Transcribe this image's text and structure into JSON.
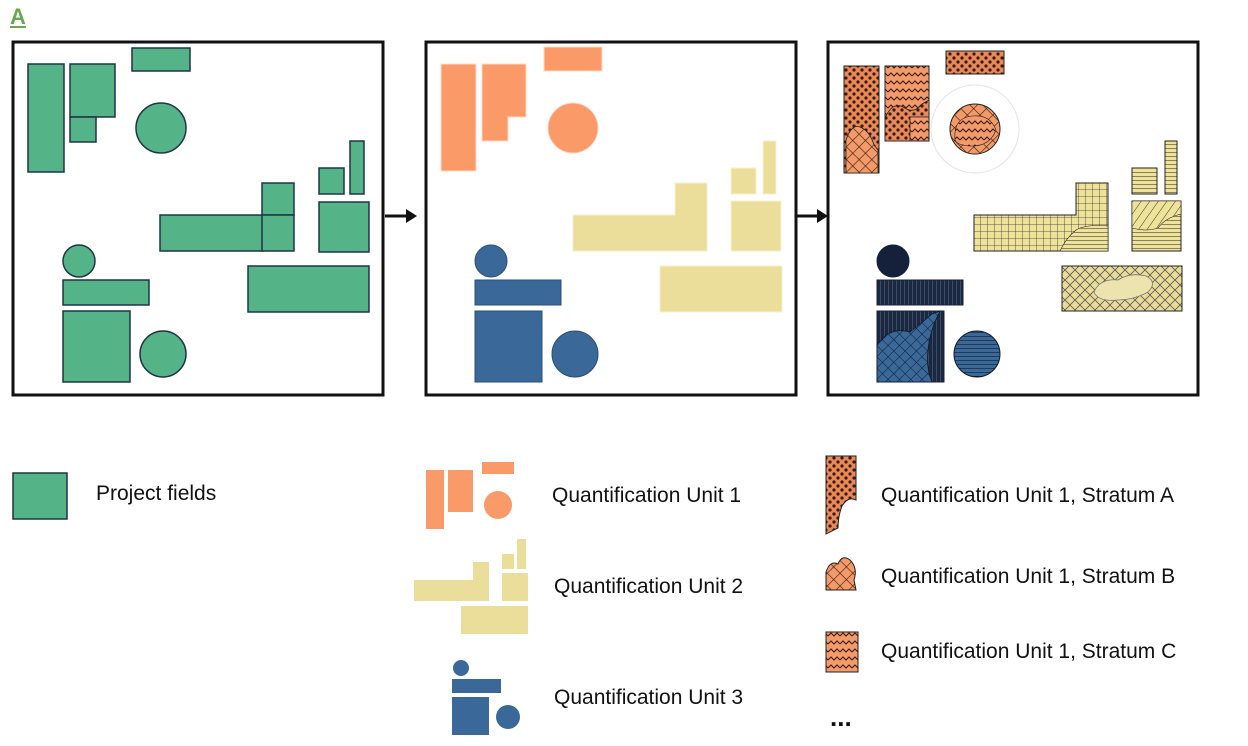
{
  "panel_label": "A",
  "colors": {
    "project_field": "#55b487",
    "unit1": "#fa9a68",
    "unit2": "#ebdd9a",
    "unit3": "#3a6898",
    "unit3_dark": "#17233a",
    "outline": "#1f3548"
  },
  "legend": {
    "project_fields": "Project fields",
    "unit1": "Quantification Unit 1",
    "unit2": "Quantification Unit 2",
    "unit3": "Quantification Unit 3",
    "stratum_a": "Quantification Unit 1, Stratum A",
    "stratum_b": "Quantification Unit 1, Stratum B",
    "stratum_c": "Quantification Unit 1, Stratum C",
    "more": "..."
  },
  "icons": [
    "right-arrow-icon",
    "right-arrow-icon"
  ]
}
